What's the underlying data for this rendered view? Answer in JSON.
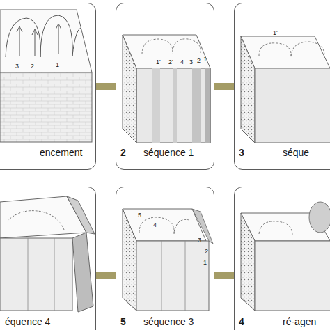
{
  "diagram": {
    "nodes": [
      {
        "text": [
          "encement"
        ]
      },
      {
        "text": [
          "2",
          "séquence 1"
        ]
      },
      {
        "text": [
          "3",
          "séque"
        ]
      },
      {
        "text": [
          "équence 4"
        ]
      },
      {
        "text": [
          "5",
          "séquence 3"
        ]
      },
      {
        "text": [
          "4",
          "ré-agen"
        ]
      }
    ],
    "edges": [
      {
        "from": 0,
        "to": 1,
        "arrow": "none"
      },
      {
        "from": 1,
        "to": 2,
        "arrow": "none"
      },
      {
        "from": 3,
        "to": 4,
        "arrow": "none"
      },
      {
        "from": 4,
        "to": 5,
        "arrow": "none"
      }
    ],
    "labels": [
      "3",
      "2",
      "1",
      "1'",
      "2'",
      "4",
      "3",
      "2",
      "1",
      "1'",
      "5",
      "4",
      "3",
      "2",
      "1"
    ]
  }
}
